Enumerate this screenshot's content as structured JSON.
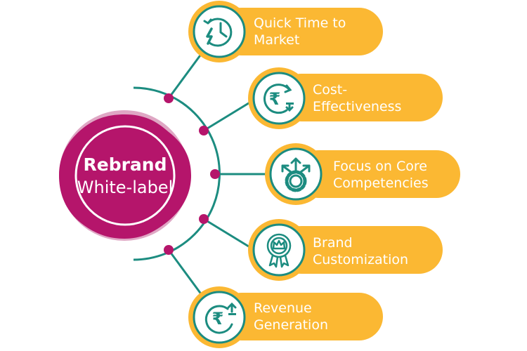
{
  "center": {
    "title": "Rebrand",
    "subtitle": "White-label"
  },
  "items": [
    {
      "line1": "Quick Time to",
      "line2": "Market",
      "icon": "clock-lightning-icon"
    },
    {
      "line1": "Cost-",
      "line2": "Effectiveness",
      "icon": "rupee-cycle-icon"
    },
    {
      "line1": "Focus on Core",
      "line2": "Competencies",
      "icon": "gear-arrows-icon"
    },
    {
      "line1": "Brand",
      "line2": "Customization",
      "icon": "crown-badge-icon"
    },
    {
      "line1": "Revenue",
      "line2": "Generation",
      "icon": "rupee-growth-icon"
    }
  ],
  "colors": {
    "magenta": "#b5156b",
    "pink": "#d48ab0",
    "teal": "#1c8c80",
    "yellow": "#fbb833"
  }
}
